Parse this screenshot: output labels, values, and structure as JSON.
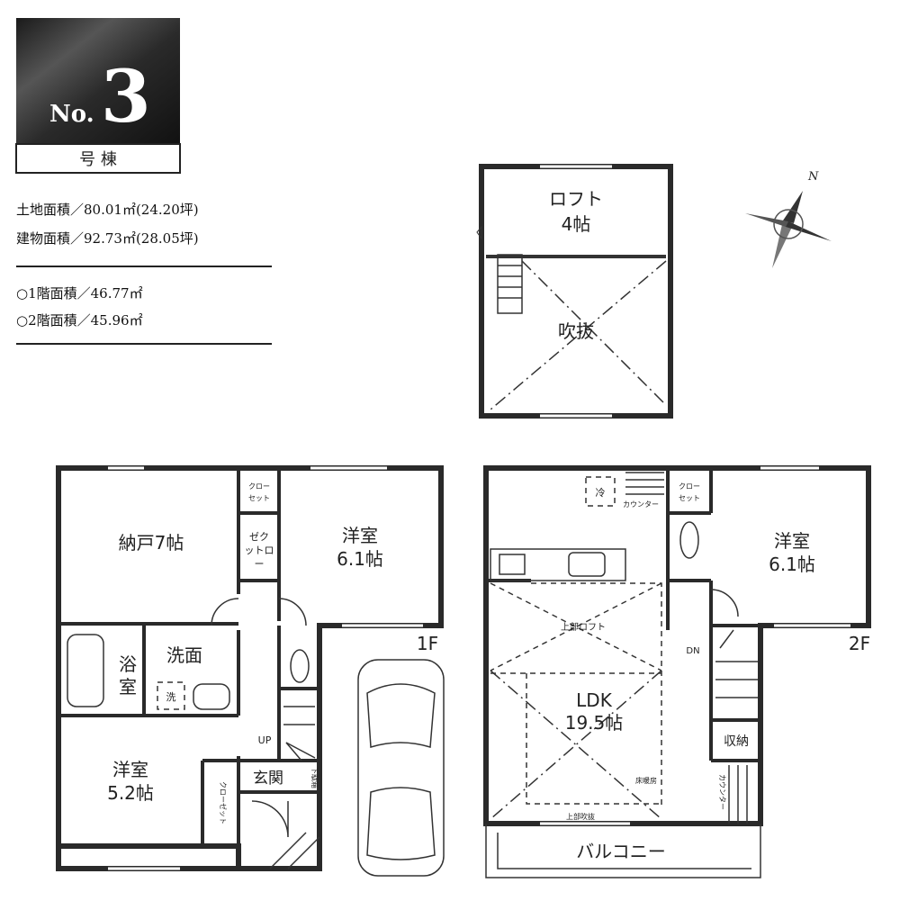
{
  "badge": {
    "no_prefix": "No.",
    "number": "3",
    "suffix": "号 棟"
  },
  "areas": {
    "land": "土地面積／80.01㎡(24.20坪)",
    "building": "建物面積／92.73㎡(28.05坪)",
    "floor1": "○1階面積／46.77㎡",
    "floor2": "○2階面積／45.96㎡"
  },
  "compass": {
    "label": "N"
  },
  "loft": {
    "room": "ロフト",
    "size": "4帖",
    "void": "吹抜"
  },
  "floor1": {
    "label": "1F",
    "storage": "納戸7帖",
    "closet_top": "クロー\nセット",
    "closet_top_l1": "クロー",
    "closet_top_l2": "セット",
    "closet_mid_l1": "ゼク",
    "closet_mid_l2": "ットロ",
    "closet_mid_l3": "ー",
    "western1_name": "洋室",
    "western1_size": "6.1帖",
    "bath_l1": "浴",
    "bath_l2": "室",
    "washroom": "洗面",
    "washer": "洗",
    "western2_name": "洋室",
    "western2_size": "5.2帖",
    "closet_side": "クローゼット",
    "entrance": "玄関",
    "shoe_box": "下駄箱",
    "up": "UP"
  },
  "floor2": {
    "label": "2F",
    "fridge": "冷",
    "counter_top": "カウンター",
    "closet_l1": "クロー",
    "closet_l2": "セット",
    "western_name": "洋室",
    "western_size": "6.1帖",
    "loft_above": "上部ロフト",
    "ldk_name": "LDK",
    "ldk_size": "19.5帖",
    "floor_heating": "床暖房",
    "void_above": "上部吹抜",
    "down": "DN",
    "storage": "収納",
    "counter_side": "カウンター",
    "balcony": "バルコニー"
  }
}
